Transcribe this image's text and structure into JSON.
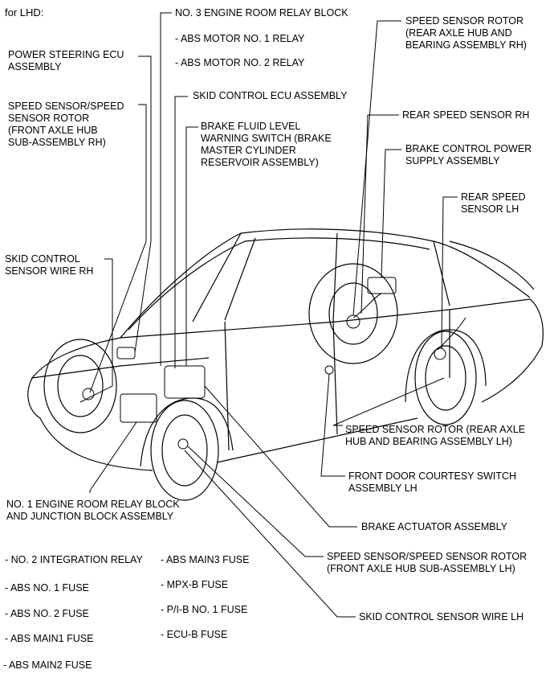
{
  "header": {
    "title": "for LHD:"
  },
  "labels": {
    "relay_block_3": "NO. 3 ENGINE ROOM RELAY BLOCK",
    "abs_motor_1": "- ABS MOTOR NO. 1 RELAY",
    "abs_motor_2": "- ABS MOTOR NO. 2 RELAY",
    "power_steering": "POWER STEERING ECU\nASSEMBLY",
    "skid_control_ecu": "SKID CONTROL ECU ASSEMBLY",
    "speed_sensor_front_rh": "SPEED SENSOR/SPEED\nSENSOR ROTOR\n(FRONT AXLE HUB\nSUB-ASSEMBLY RH)",
    "brake_fluid": "BRAKE FLUID LEVEL\nWARNING SWITCH (BRAKE\nMASTER CYLINDER\nRESERVOIR ASSEMBLY)",
    "rotor_rear_rh": "SPEED SENSOR ROTOR\n(REAR AXLE HUB AND\nBEARING ASSEMBLY RH)",
    "rear_speed_rh": "REAR SPEED SENSOR RH",
    "brake_power": "BRAKE CONTROL POWER\nSUPPLY ASSEMBLY",
    "rear_speed_lh": "REAR SPEED\nSENSOR LH",
    "skid_wire_rh": "SKID CONTROL\nSENSOR WIRE RH",
    "rotor_rear_lh": "SPEED SENSOR ROTOR (REAR AXLE\nHUB AND BEARING ASSEMBLY LH)",
    "door_switch": "FRONT DOOR COURTESY SWITCH\nASSEMBLY LH",
    "relay_block_1": "NO. 1 ENGINE ROOM RELAY BLOCK\nAND JUNCTION BLOCK ASSEMBLY",
    "brake_actuator": "BRAKE ACTUATOR ASSEMBLY",
    "speed_sensor_front_lh": "SPEED SENSOR/SPEED SENSOR ROTOR\n(FRONT AXLE HUB SUB-ASSEMBLY LH)",
    "skid_wire_lh": "SKID CONTROL SENSOR WIRE LH"
  },
  "fuses_left": [
    "- NO. 2 INTEGRATION RELAY",
    "- ABS NO. 1 FUSE",
    "- ABS NO. 2 FUSE",
    "- ABS MAIN1 FUSE",
    "- ABS MAIN2 FUSE"
  ],
  "fuses_right": [
    "- ABS MAIN3 FUSE",
    "- MPX-B FUSE",
    "- P/I-B NO. 1 FUSE",
    "- ECU-B FUSE"
  ]
}
